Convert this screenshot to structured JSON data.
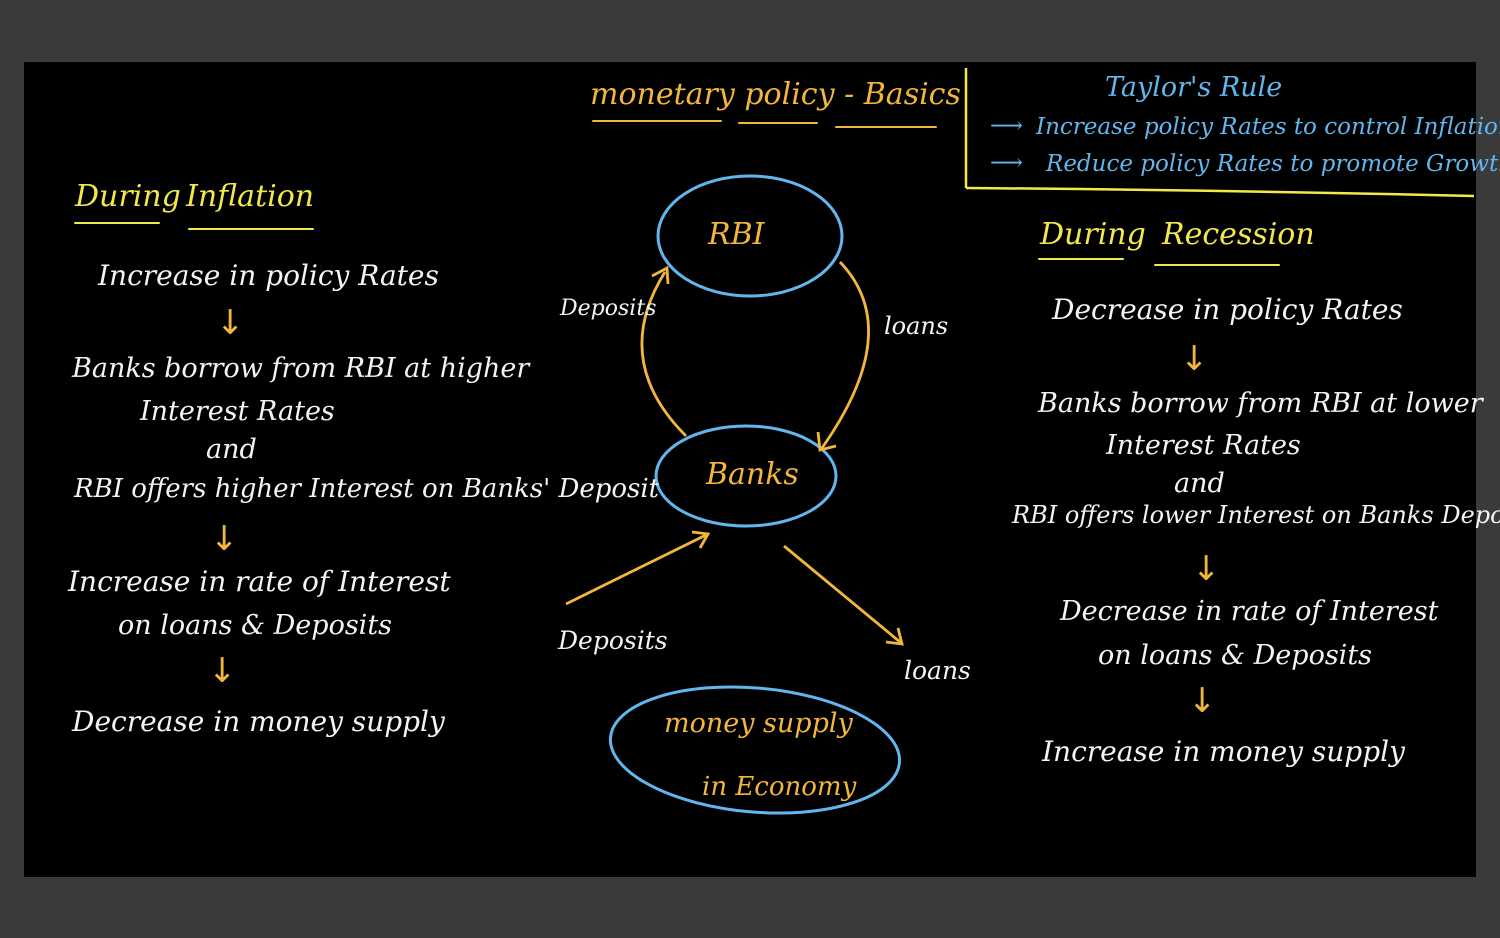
{
  "header": {
    "title": "monetary policy - Basics"
  },
  "taylor_rule": {
    "title": "Taylor's Rule",
    "items": [
      "Increase policy Rates to control Inflation",
      "Reduce policy Rates to promote Growth"
    ]
  },
  "inflation": {
    "heading_1": "During",
    "heading_2": "Inflation",
    "step1": "Increase in policy Rates",
    "step2_line1": "Banks borrow from RBI at higher",
    "step2_line2": "Interest Rates",
    "step2_and": "and",
    "step2_line3": "RBI offers higher Interest on Banks' Deposit",
    "step3_line1": "Increase in rate of Interest",
    "step3_line2": "on loans & Deposits",
    "step4": "Decrease in money supply"
  },
  "recession": {
    "heading_1": "During",
    "heading_2": "Recession",
    "step1": "Decrease in policy Rates",
    "step2_line1": "Banks borrow from RBI at lower",
    "step2_line2": "Interest Rates",
    "step2_and": "and",
    "step2_line3": "RBI offers lower Interest on Banks Deposit",
    "step3_line1": "Decrease in rate of Interest",
    "step3_line2": "on loans & Deposits",
    "step4": "Increase in money supply"
  },
  "diagram": {
    "node_rbi": "RBI",
    "node_banks": "Banks",
    "node_economy_line1": "money supply",
    "node_economy_line2": "in Economy",
    "edge_deposits_to_rbi": "Deposits",
    "edge_loans_from_rbi": "loans",
    "edge_deposits_to_banks": "Deposits",
    "edge_loans_from_banks": "loans"
  },
  "colors": {
    "background": "#000000",
    "frame": "#3a3a3a",
    "text": "#f4f4f4",
    "heading": "#f2e84a",
    "arrow": "#f3b63c",
    "node_outline": "#62b6ee",
    "rule_text": "#62b6ee"
  },
  "icons": {
    "flow_arrow": "down-arrow-icon",
    "bullet_arrow": "right-arrow-icon"
  }
}
